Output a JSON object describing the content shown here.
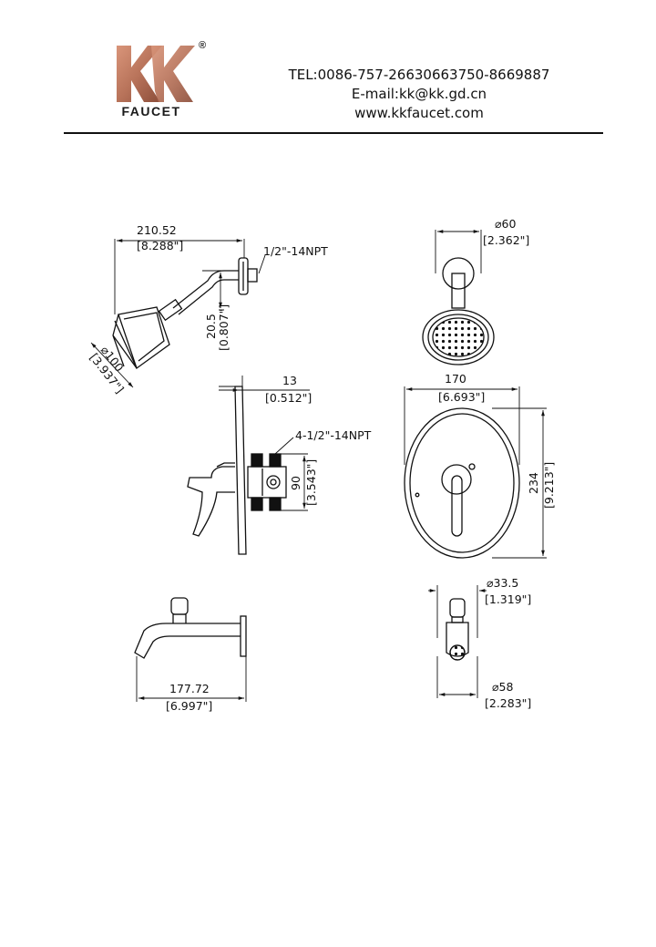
{
  "header": {
    "logo_text": "FAUCET",
    "logo_letters": "KK",
    "registered_mark": "®",
    "tel": "TEL:0086-757-26630663750-8669887",
    "email": "E-mail:kk@kk.gd.cn",
    "website": "www.kkfaucet.com"
  },
  "colors": {
    "logo_copper": "#b8735a",
    "line": "#111111"
  },
  "dimensions": {
    "shower_arm_length_mm": "210.52",
    "shower_arm_length_in": "[8.288\"]",
    "shower_arm_thread": "1/2\"-14NPT",
    "shower_arm_drop_mm": "20.5",
    "shower_arm_drop_in": "[0.807\"]",
    "shower_head_dia_mm": "⌀100",
    "shower_head_dia_in": "[3.937\"]",
    "shower_flange_dia_mm": "⌀60",
    "shower_flange_dia_in": "[2.362\"]",
    "trim_depth_mm": "13",
    "trim_depth_in": "[0.512\"]",
    "valve_thread": "4-1/2\"-14NPT",
    "valve_height_mm": "90",
    "valve_height_in": "[3.543\"]",
    "plate_width_mm": "170",
    "plate_width_in": "[6.693\"]",
    "plate_height_mm": "234",
    "plate_height_in": "[9.213\"]",
    "spout_length_mm": "177.72",
    "spout_length_in": "[6.997\"]",
    "spout_diverter_dia_mm": "⌀33.5",
    "spout_diverter_dia_in": "[1.319\"]",
    "spout_flange_dia_mm": "⌀58",
    "spout_flange_dia_in": "[2.283\"]"
  }
}
